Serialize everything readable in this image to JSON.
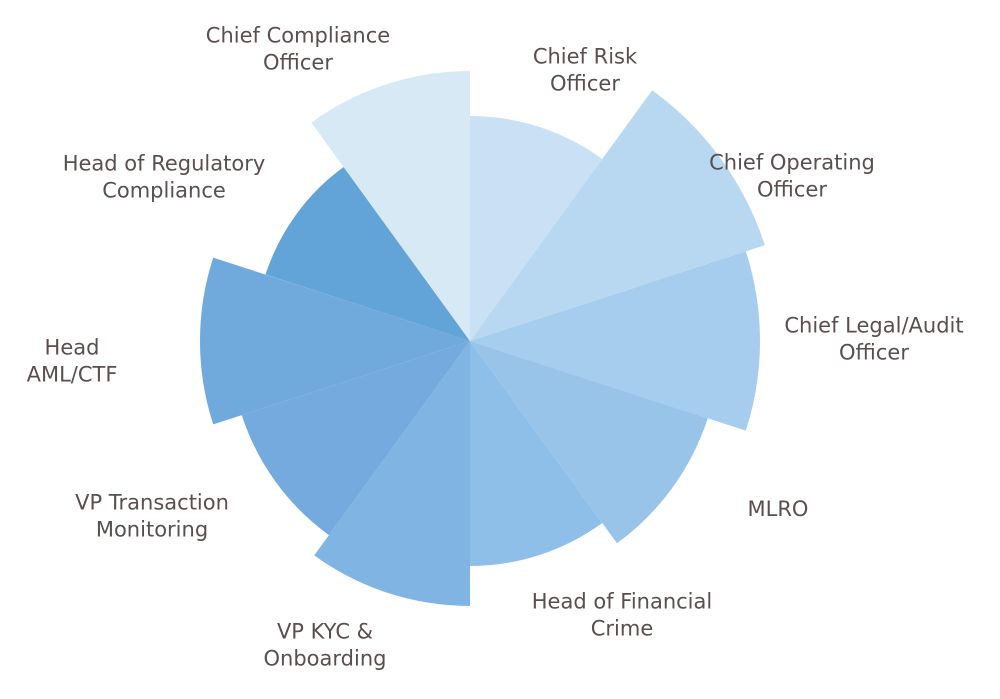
{
  "chart_data": {
    "type": "polar-area",
    "title": "",
    "categories": [
      "Chief Risk Officer",
      "Chief Operating Officer",
      "Chief Legal/Audit Officer",
      "MLRO",
      "Head of Financial Crime",
      "VP KYC & Onboarding",
      "VP Transaction Monitoring",
      "Head AML/CTF",
      "Head of Regulatory Compliance",
      "Chief Compliance Officer"
    ],
    "label_lines": [
      [
        "Chief Risk",
        "Officer"
      ],
      [
        "Chief Operating",
        "Officer"
      ],
      [
        "Chief Legal/Audit",
        "Officer"
      ],
      [
        "MLRO"
      ],
      [
        "Head of Financial",
        "Crime"
      ],
      [
        "VP KYC &",
        "Onboarding"
      ],
      [
        "VP Transaction",
        "Monitoring"
      ],
      [
        "Head",
        "AML/CTF"
      ],
      [
        "Head of Regulatory",
        "Compliance"
      ],
      [
        "Chief Compliance",
        "Officer"
      ]
    ],
    "values": [
      225,
      310,
      290,
      250,
      225,
      265,
      240,
      270,
      215,
      270
    ],
    "value_max": 270,
    "legend": "none",
    "grid": false,
    "colors": [
      "#cae0f4",
      "#b8d8f2",
      "#a6cdee",
      "#98c4ea",
      "#8ebfe9",
      "#7fb4e3",
      "#74aade",
      "#70a9db",
      "#62a4d7",
      "#d8e9f6"
    ]
  }
}
